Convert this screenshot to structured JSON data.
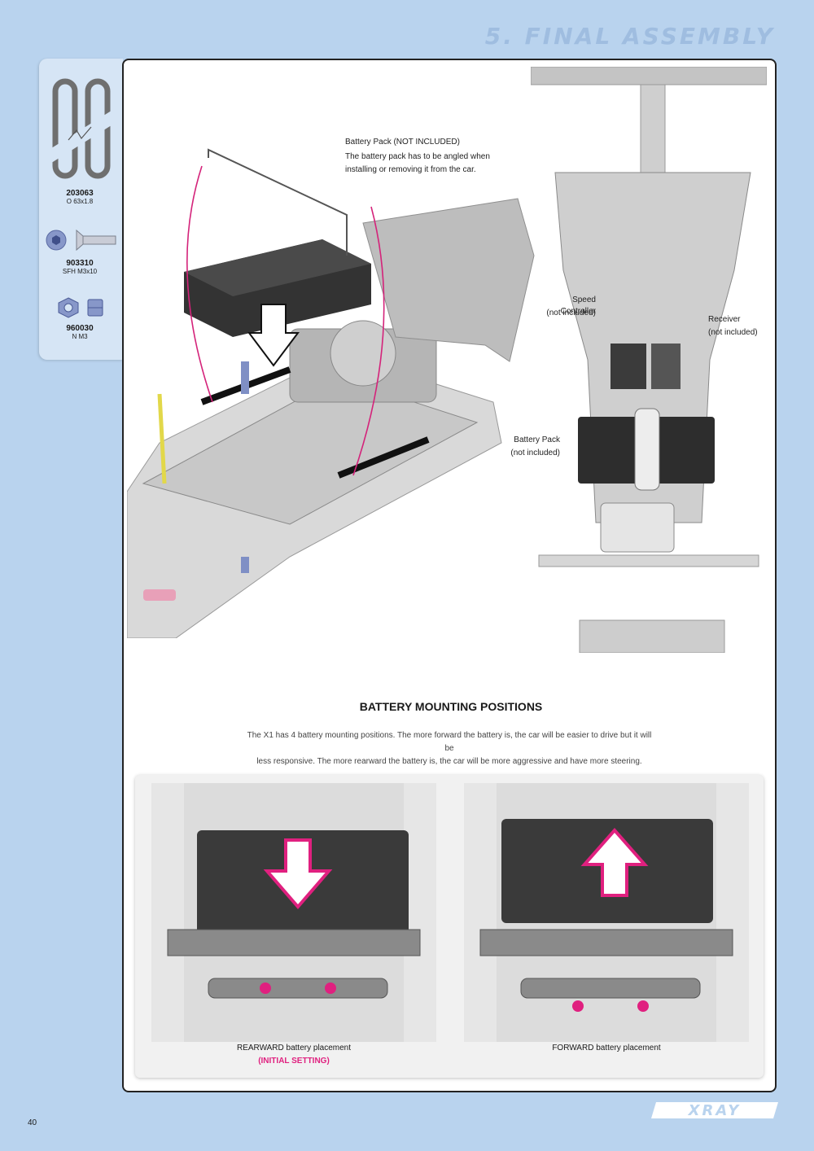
{
  "header": {
    "title": "5. FINAL ASSEMBLY"
  },
  "parts": [
    {
      "code": "203063",
      "desc": "O 63x1.8",
      "icon": "o-ring-icon"
    },
    {
      "code": "903310",
      "desc": "SFH M3x10",
      "icon": "screw-icon"
    },
    {
      "code": "960030",
      "desc": "N M3",
      "icon": "nut-icon"
    }
  ],
  "callouts": {
    "battery_pack_title": "Battery Pack (NOT INCLUDED)",
    "battery_pack_note_1": "The battery pack has to be angled when",
    "battery_pack_note_2": "installing or removing it from the car.",
    "speed_controller_1": "Speed Controller",
    "speed_controller_2": "(not included)",
    "receiver_1": "Receiver",
    "receiver_2": "(not included)",
    "battery_1": "Battery Pack",
    "battery_2": "(not included)"
  },
  "section": {
    "title": "BATTERY MOUNTING POSITIONS",
    "text_1": "The X1 has 4 battery mounting positions. The more forward the battery is, the car will be easier to drive but it will be",
    "text_2": "less responsive. The more rearward the battery is, the car will be more aggressive and have more steering."
  },
  "placements": {
    "rear_label": "REARWARD battery placement",
    "rear_sub": "(INITIAL SETTING)",
    "forward_label": "FORWARD battery placement"
  },
  "footer": {
    "page": "40",
    "logo": "XRAY"
  },
  "colors": {
    "accent": "#e0207f",
    "page_bg": "#b9d3ee",
    "panel_bg": "#d6e5f5"
  }
}
